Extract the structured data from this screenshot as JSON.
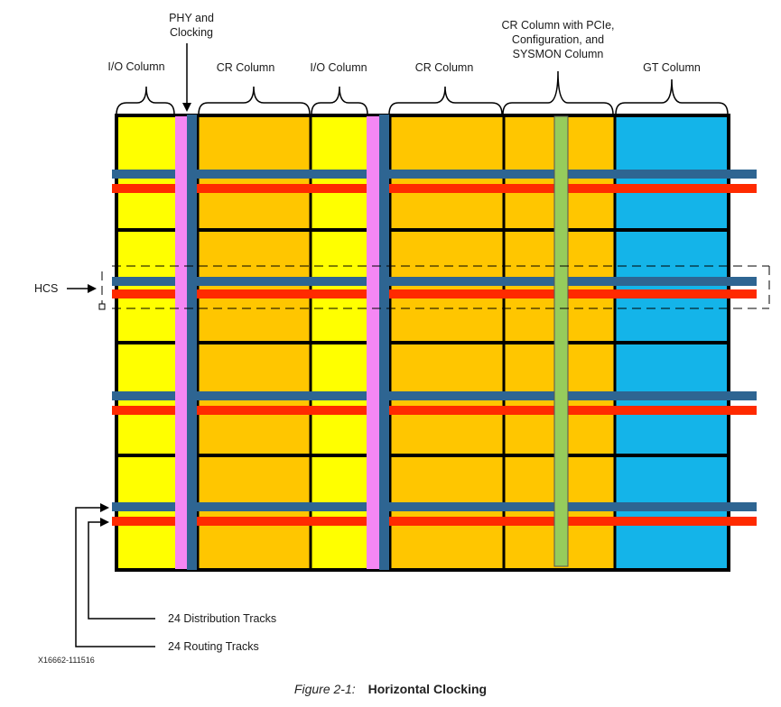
{
  "labels": {
    "phy_clocking": "PHY and\nClocking",
    "io_column_1": "I/O Column",
    "cr_column_1": "CR Column",
    "io_column_2": "I/O Column",
    "cr_column_2": "CR Column",
    "cr_pcie": "CR Column with PCIe,\nConfiguration, and\nSYSMON Column",
    "gt_column": "GT Column",
    "hcs": "HCS",
    "distribution_tracks": "24 Distribution Tracks",
    "routing_tracks": "24 Routing Tracks"
  },
  "doc_id": "X16662-111516",
  "caption": {
    "number": "Figure 2-1:",
    "title": "Horizontal Clocking"
  },
  "colors": {
    "io": "#ffff00",
    "cr": "#ffc600",
    "phy_stripe": "#f487f4",
    "clock_spine": "#2e6592",
    "distribution_track": "#2e6592",
    "routing_track": "#ff2a00",
    "cfg_stripe": "#96cc5c",
    "gt": "#14b4e9",
    "grid_line": "#000000"
  }
}
